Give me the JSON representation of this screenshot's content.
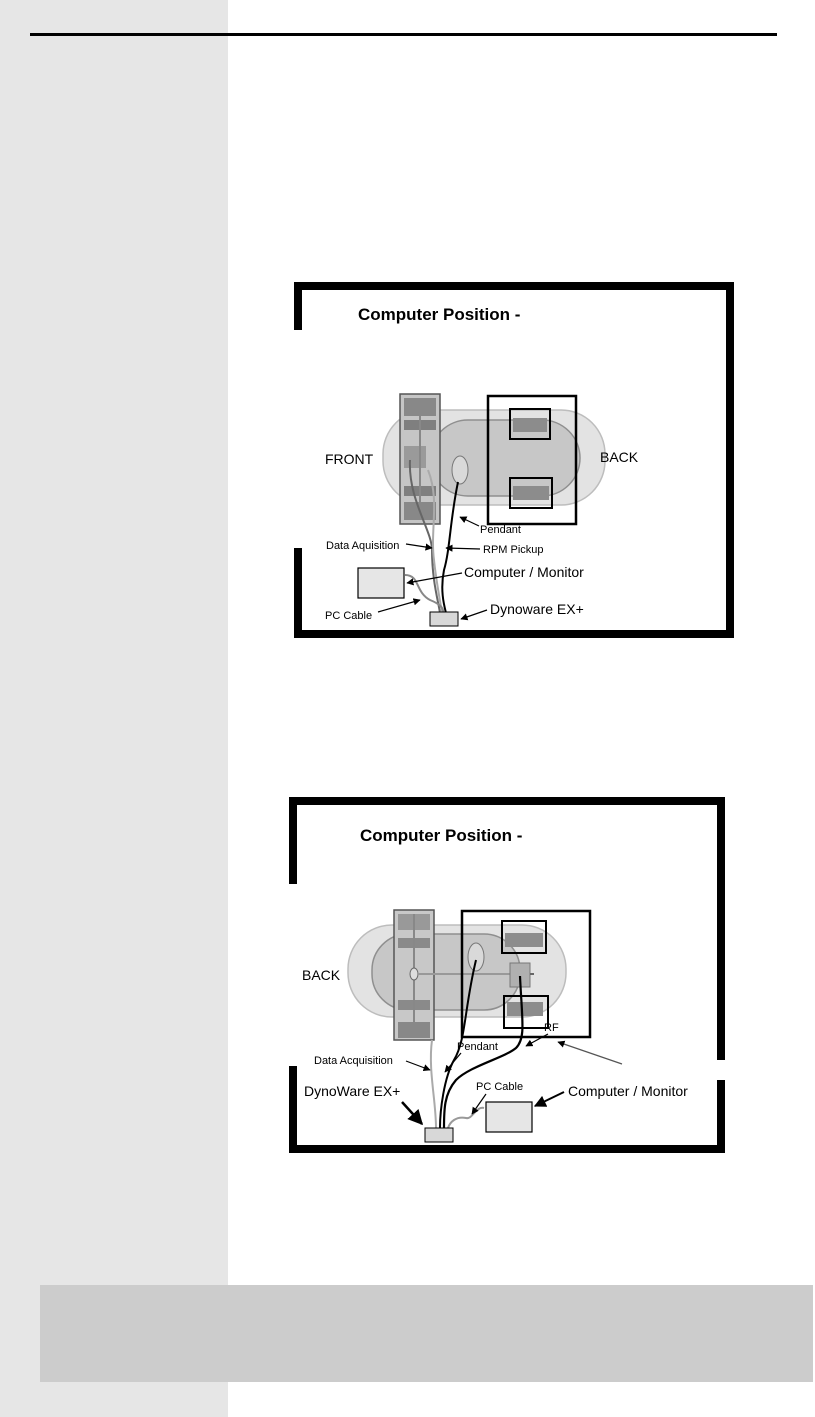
{
  "diagram1": {
    "title": "Computer Position -",
    "labels": {
      "front": "FRONT",
      "back": "BACK",
      "pendant": "Pendant",
      "data_acq": "Data Aquisition",
      "rpm": "RPM Pickup",
      "computer": "Computer / Monitor",
      "pc_cable": "PC Cable",
      "dynoware": "Dynoware EX+"
    }
  },
  "diagram2": {
    "title": "Computer Position -",
    "labels": {
      "back": "BACK",
      "rf": "RF",
      "pendant": "Pendant",
      "data_acq": "Data Acquisition",
      "dynoware": "DynoWare EX+",
      "pc_cable": "PC Cable",
      "computer": "Computer / Monitor"
    }
  }
}
